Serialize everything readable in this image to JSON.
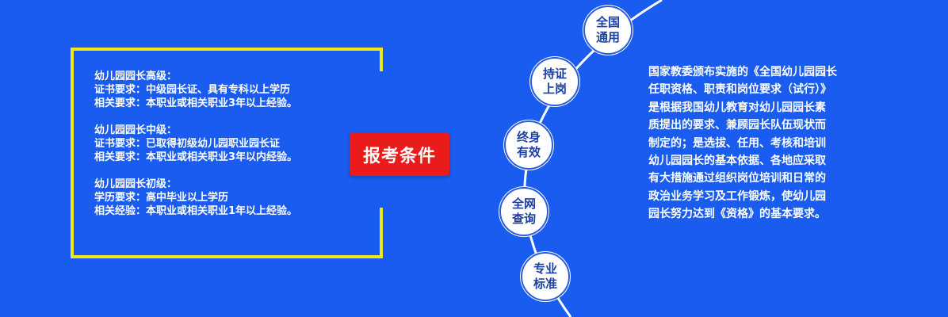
{
  "levels": [
    {
      "title": "幼儿园园长高级：",
      "lines": [
        "证书要求：中级园长证、具有专科以上学历",
        "相关要求：本职业或相关职业3年以上经验。"
      ]
    },
    {
      "title": "幼儿园园长中级：",
      "lines": [
        "证书要求：已取得初级幼儿园职业园长证",
        "相关要求：本职业或相关职业3年以内经验。"
      ]
    },
    {
      "title": "幼儿园园长初级：",
      "lines": [
        "学历要求：高中毕业以上学历",
        "相关经验：本职业或相关职业1年以上经验。"
      ]
    }
  ],
  "badge": {
    "label": "报考条件"
  },
  "nodes": [
    {
      "line1": "全国",
      "line2": "通用"
    },
    {
      "line1": "持证",
      "line2": "上岗"
    },
    {
      "line1": "终身",
      "line2": "有效"
    },
    {
      "line1": "全网",
      "line2": "查询"
    },
    {
      "line1": "专业",
      "line2": "标准"
    }
  ],
  "description": {
    "lines": [
      "国家教委颁布实施的《全国幼儿园园长",
      "任职资格、职责和岗位要求（试行）》",
      "是根据我国幼儿教育对幼儿园园长素",
      "质提出的要求、兼顾园长队伍现状而",
      "制定的；是选拔、任用、考核和培训",
      "幼儿园园长的基本依据、各地应采取",
      "有大措施通过组织岗位培训和日常的",
      "政治业务学习及工作锻炼，使幼儿园",
      "园长努力达到《资格》的基本要求。"
    ]
  },
  "colors": {
    "background": "#1a5cf0",
    "frame": "#f2e71a",
    "badge": "#ea1b1b",
    "node_text": "#1c3fa3"
  }
}
